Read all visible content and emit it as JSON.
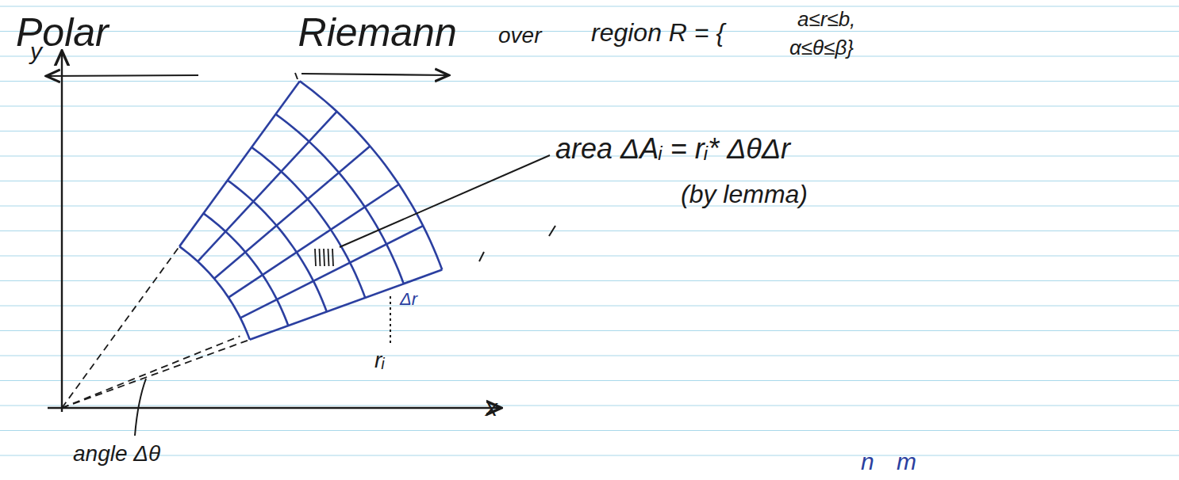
{
  "diagram": {
    "title": "Polar Riemann",
    "labels": [
      "over",
      "region R = {",
      "a≤r≤b,",
      "α≤θ≤β}",
      "area ΔAᵢ = rᵢ* ΔθΔr",
      "(by lemma)",
      "y",
      "x",
      "Δr",
      "rᵢ",
      "angle Δθ",
      "n",
      "m"
    ]
  }
}
